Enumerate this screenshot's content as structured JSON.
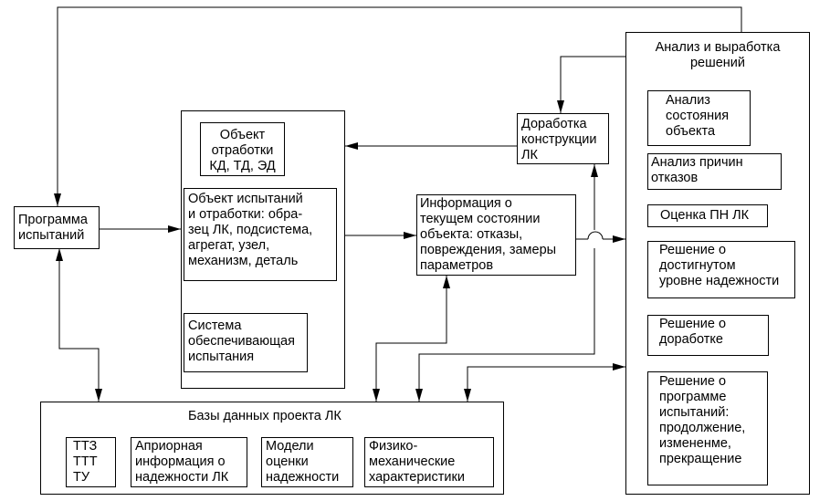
{
  "nodes": {
    "program": "Программа\nиспытаний",
    "object_outer": "",
    "object_dev": "Объект\nотработки\nКД, ТД, ЭД",
    "object_test": "Объект испытаний\nи отработки: обра-\nзец ЛК, подсистема,\nагрегат, узел,\nмеханизм, деталь",
    "support_system": "Система\nобеспечивающая\nиспытания",
    "info_state": "Информация о\nтекущем состоянии\nобъекта: отказы,\nповреждения, замеры\nпараметров",
    "design_mod": "Доработка\nконструкции\nЛК",
    "analysis_title": "Анализ и выработка\nрешений",
    "analysis_state": "Анализ\nсостояния\nобъекта",
    "analysis_failures": "Анализ причин\nотказов",
    "pn_eval": "Оценка ПН ЛК",
    "decision_reliability": "Решение о\nдостигнутом\nуровне надежности",
    "decision_mod": "Решение о\nдоработке",
    "decision_program": "Решение о\nпрограмме\nиспытаний:\nпродолжение,\nизмененме,\nпрекращение",
    "db_title": "Базы данных проекта ЛК",
    "db_tt": "ТТЗ\nТТТ\nТУ",
    "db_apriori": "Априорная\nинформация о\nнадежности ЛК",
    "db_models": "Модели\nоценки\nнадежности",
    "db_physmech": "Физико-\nмеханические\nхарактеристики"
  }
}
